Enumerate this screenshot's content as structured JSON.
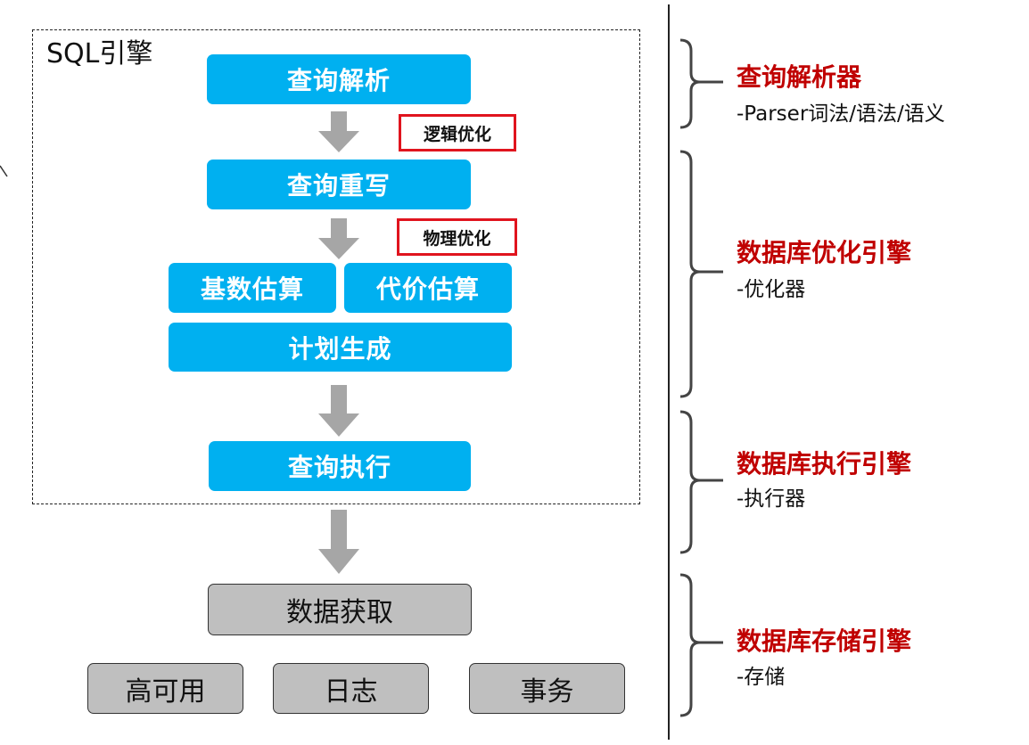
{
  "engine": {
    "title": "SQL引擎"
  },
  "steps": {
    "parse": "查询解析",
    "rewrite": "查询重写",
    "cardinality": "基数估算",
    "cost": "代价估算",
    "plan": "计划生成",
    "execute": "查询执行"
  },
  "tags": {
    "logical": "逻辑优化",
    "physical": "物理优化"
  },
  "storage": {
    "fetch": "数据获取",
    "ha": "高可用",
    "log": "日志",
    "txn": "事务"
  },
  "components": [
    {
      "name": "查询解析器",
      "desc": "-Parser词法/语法/语义"
    },
    {
      "name": "数据库优化引擎",
      "desc": "-优化器"
    },
    {
      "name": "数据库执行引擎",
      "desc": "-执行器"
    },
    {
      "name": "数据库存储引擎",
      "desc": "-存储"
    }
  ],
  "colors": {
    "step_fill": "#00b0f0",
    "storage_fill": "#bfbfbf",
    "tag_border": "#e0141e",
    "component_title": "#c00000",
    "arrow": "#a6a6a6"
  }
}
